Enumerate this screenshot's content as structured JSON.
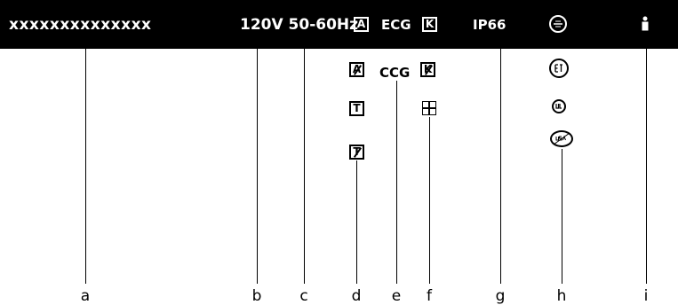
{
  "header": {
    "model_code": "xxxxxxxxxxxxxx",
    "voltage": "120V 50-60Hz",
    "box_a": "A",
    "ecg": "ECG",
    "box_k": "K",
    "ip_rating": "IP66"
  },
  "symbols": {
    "ccg": "CCG",
    "box_a_struck": "A",
    "box_t": "T",
    "box_t_struck": "T",
    "box_k_struck": "K"
  },
  "callouts": [
    "a",
    "b",
    "c",
    "d",
    "e",
    "f",
    "g",
    "h",
    "i"
  ],
  "colors": {
    "band": "#000000",
    "band_text": "#ffffff",
    "lines": "#000000"
  },
  "icons": [
    "csa-mark-icon",
    "etl-mark-icon",
    "ul-mark-icon",
    "usa-made-icon",
    "person-icon"
  ]
}
